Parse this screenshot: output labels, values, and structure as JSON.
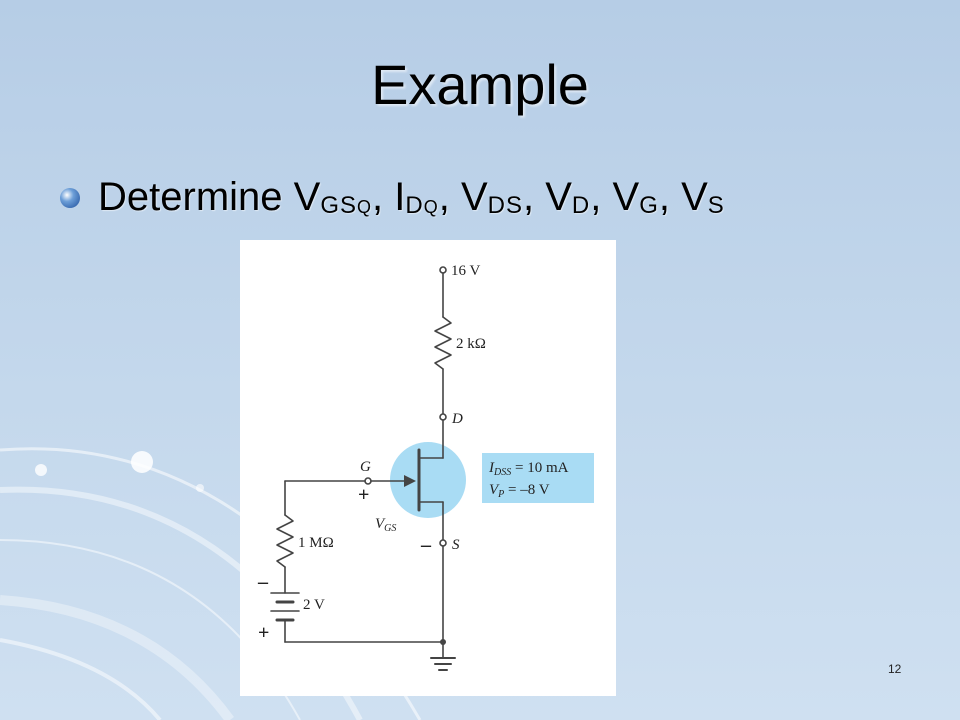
{
  "slide": {
    "title": "Example",
    "bullet": {
      "prefix": "Determine ",
      "terms": [
        {
          "main": "V",
          "sub": "GS",
          "subsub": "Q",
          "sep": ", "
        },
        {
          "main": "I",
          "sub": "D",
          "subsub": "Q",
          "sep": ", "
        },
        {
          "main": "V",
          "sub": "DS",
          "subsub": "",
          "sep": ", "
        },
        {
          "main": "V",
          "sub": "D",
          "subsub": "",
          "sep": ", "
        },
        {
          "main": "V",
          "sub": "G",
          "subsub": "",
          "sep": ", "
        },
        {
          "main": "V",
          "sub": "S",
          "subsub": "",
          "sep": ""
        }
      ]
    },
    "page_number": "12"
  },
  "circuit": {
    "supply_label": "16 V",
    "drain_resistor_label": "2 kΩ",
    "drain_node": "D",
    "gate_node": "G",
    "source_node": "S",
    "plus_sign": "+",
    "minus_sign": "–",
    "vgs_main": "V",
    "vgs_sub": "GS",
    "gate_resistor_label": "1 MΩ",
    "battery_label": "2 V",
    "idss_main": "I",
    "idss_sub": "DSS",
    "idss_value": " = 10 mA",
    "vp_main": "V",
    "vp_sub": "P",
    "vp_value": " = –8 V"
  },
  "colors": {
    "bullet_blue": "#2a5ba8",
    "fet_circle": "#a9dcf4",
    "info_box": "#a9dcf4"
  }
}
